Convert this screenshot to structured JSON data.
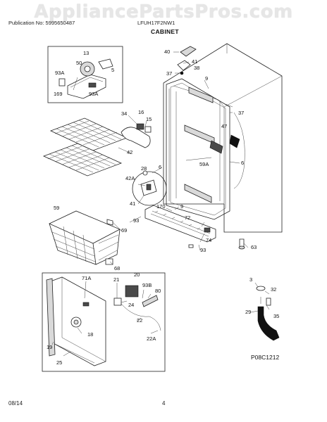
{
  "watermark": "AppliancePartsPros.com",
  "header": {
    "publication": "Publication No: 5995650487",
    "model": "LFUH17F2NW1",
    "section_title": "CABINET"
  },
  "footer": {
    "date": "08/14",
    "page": "4",
    "diagram_code": "P08C1212"
  },
  "callouts": {
    "c40": "40",
    "c41": "41",
    "c38": "38",
    "c37a": "37",
    "c9a": "9",
    "c37b": "37",
    "c13": "13",
    "c50": "50",
    "c93a": "93A",
    "c5": "5",
    "c169": "169",
    "c93a2": "93A",
    "c34": "34",
    "c16": "16",
    "c15": "15",
    "c47": "47",
    "c42": "42",
    "c6a": "6",
    "c59a": "59A",
    "c6b": "6",
    "c28": "28",
    "c42a": "42A",
    "c41b": "41",
    "c170": "170",
    "c9b": "9",
    "c72": "72",
    "c59": "59",
    "c93b": "93",
    "c69": "69",
    "c74": "74",
    "c93c": "93",
    "c63": "63",
    "c68": "68",
    "c20": "20",
    "c71a": "71A",
    "c21": "21",
    "c93b2": "93B",
    "c80": "80",
    "c24": "24",
    "c18": "18",
    "c22": "22",
    "c22a": "22A",
    "c19": "19",
    "c25": "25",
    "c3": "3",
    "c32": "32",
    "c35": "35",
    "c29": "29"
  }
}
